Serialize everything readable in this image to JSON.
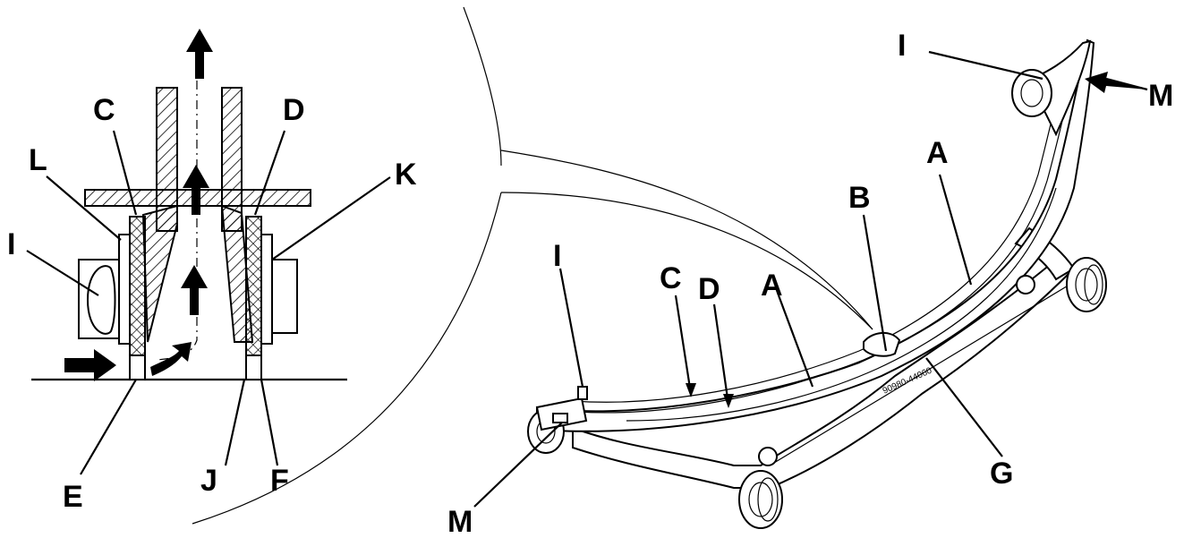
{
  "labels": {
    "left_c": "C",
    "left_d": "D",
    "left_l": "L",
    "left_k": "K",
    "left_i": "I",
    "left_e": "E",
    "left_j": "J",
    "left_f": "F",
    "right_i_top": "I",
    "right_m_top": "M",
    "right_a_upper": "A",
    "right_b": "B",
    "right_i_left": "I",
    "right_c": "C",
    "right_d": "D",
    "right_a_lower": "A",
    "right_g": "G",
    "right_m_bottom": "M"
  },
  "part_number": "90980-44060"
}
